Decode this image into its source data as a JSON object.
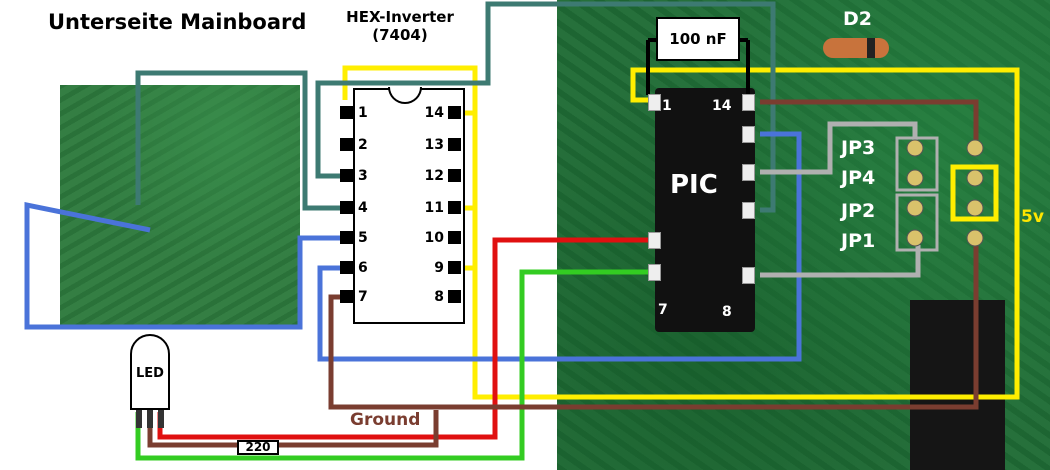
{
  "title": "Unterseite Mainboard",
  "hex_inverter": {
    "name": "HEX-Inverter",
    "part": "(7404)",
    "pins_left": [
      "1",
      "2",
      "3",
      "4",
      "5",
      "6",
      "7"
    ],
    "pins_right": [
      "14",
      "13",
      "12",
      "11",
      "10",
      "9",
      "8"
    ]
  },
  "capacitor": {
    "label": "100 nF"
  },
  "pic": {
    "label": "PIC",
    "pin_labels": {
      "pin1": "1",
      "pin14": "14",
      "pin7": "7",
      "pin8": "8"
    }
  },
  "jumpers": [
    "JP3",
    "JP4",
    "JP2",
    "JP1"
  ],
  "board_labels": {
    "diode": "D2",
    "voltage": "5v"
  },
  "led": {
    "label": "LED"
  },
  "resistor": {
    "label": "220"
  },
  "ground": {
    "label": "Ground"
  },
  "colors": {
    "yellow": "#ffee00",
    "teal": "#3d7a72",
    "blue": "#4a73d9",
    "red": "#e01010",
    "green": "#33cc22",
    "brown": "#7a3d30",
    "gray": "#b0b0b0"
  }
}
